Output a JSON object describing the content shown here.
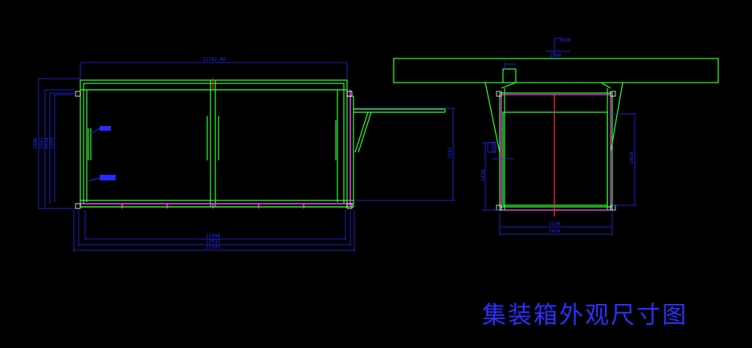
{
  "drawing": {
    "caption": "集装箱外观尺寸图",
    "colors": {
      "background": "#000000",
      "dimension": "#2a2aff",
      "frame": "#33ff33",
      "accent": "#ff33ff",
      "centerline": "#ff3333",
      "white": "#ffffff"
    },
    "side_view": {
      "top_dim": "12192.00",
      "left_dims": [
        "2896",
        "2591",
        "2438",
        "2350"
      ],
      "bottom_dims": [
        "11998",
        "12032",
        "12192"
      ],
      "ramp_dim": "2591"
    },
    "end_view": {
      "top_dims": [
        "2590",
        "2540"
      ],
      "right_dim": "2438",
      "left_dims": [
        "2438",
        "2591"
      ],
      "bottom_dims": [
        "2330",
        "2438"
      ]
    }
  }
}
